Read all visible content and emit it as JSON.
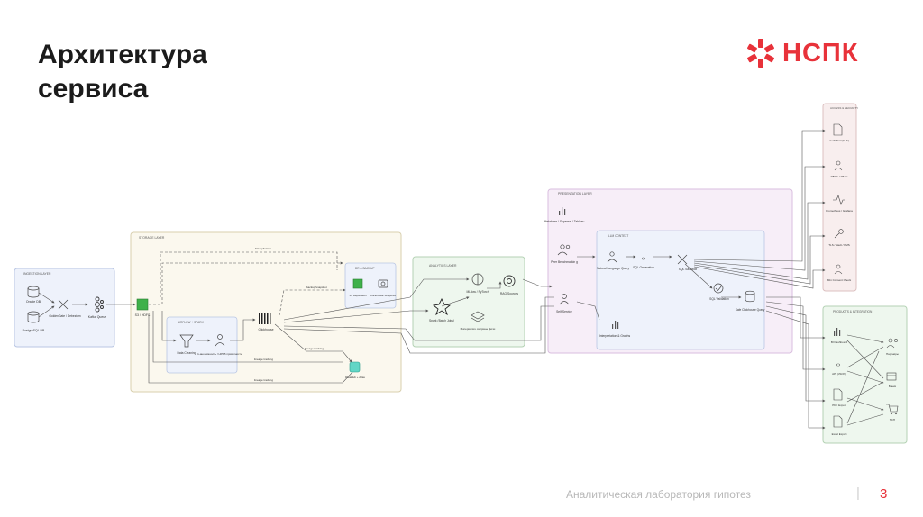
{
  "title": {
    "line1": "Архитектура",
    "line2": "сервиса"
  },
  "logo": {
    "text": "НСПК"
  },
  "footer": {
    "text": "Аналитическая лаборатория гипотез",
    "page": "3"
  },
  "diagram": {
    "ingestion": {
      "title": "INGESTION LAYER",
      "oracle": "Oracle DB",
      "postgres": "PostgreSQL DB",
      "goldengate": "GoldenGate / Debezium",
      "kafka": "Kafka Queue"
    },
    "storage": {
      "title": "STORAGE LAYER",
      "s3": "S3 / HDFS",
      "airflow": "AIRFLOW + SPARK",
      "cleaning": "Data Cleaning",
      "anon": "k-анонимность / HPFB приватность",
      "clickhouse": "Clickhouse",
      "backup": "DR & BACKUP",
      "s3rep": "S3 Replication",
      "snapshot": "Clickhouse Snapshot",
      "datahub": "DataHub + Atlas",
      "l_s3rep": "S3 replication",
      "l_backup": "backup/snapshot",
      "l_lineage1": "lineage tracking",
      "l_lineage2": "lineage tracking",
      "l_lineage3": "lineage tracking"
    },
    "analytics": {
      "title": "ANALYTICS LAYER",
      "mlflow": "MLflow / PyTorch",
      "rag": "RAG Sources",
      "spark": "Spark (Batch Jobs)",
      "features": "Материализ. витрины фичи"
    },
    "presentation": {
      "title": "PRESENTATION LAYER",
      "metabase": "Metabase / Superset / Tableau",
      "peer": "Peer Benchmarkin g",
      "self": "Self-Service",
      "interp": "Interpretation & Graphs"
    },
    "llm": {
      "title": "LLM CONTEXT",
      "nlq": "Natural Language Query",
      "sqlgen": "SQL Generation",
      "sandbox": "SQL Sandbox",
      "validation": "SQL Validation",
      "safe": "Safe Clickhouse Query"
    },
    "access": {
      "title": "ACCESS & SECURITY",
      "audit": "Audit Trail (ELK)",
      "rbac": "RBAC / ABAC",
      "prom": "Prometheus / Grafana",
      "tls": "TLS / Vault / KMS",
      "consent": "Min Consent Check"
    },
    "products": {
      "title": "PRODUCTS & INTEGRATION",
      "bi": "BI Dashboard",
      "api": "API (JSON)",
      "pdf": "PDF Export",
      "excel": "Excel Export",
      "partners": "Партнёры",
      "banks": "Банки",
      "tsp": "ТСП"
    }
  }
}
